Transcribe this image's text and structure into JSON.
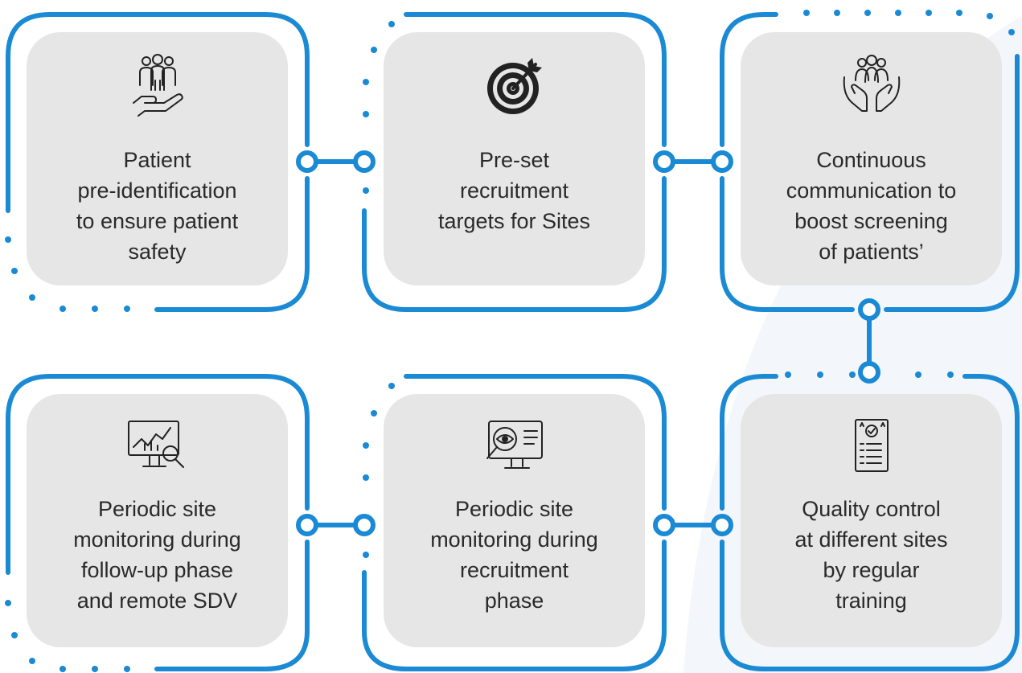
{
  "accent_color": "#1a8ad4",
  "card_color": "#e6e6e6",
  "steps": [
    {
      "label": "Patient\npre-identification\nto ensure patient\nsafety",
      "icon": "patient-care-hand-icon"
    },
    {
      "label": "Pre-set\nrecruitment\ntargets for Sites",
      "icon": "target-arrow-icon"
    },
    {
      "label": "Continuous\ncommunication to\nboost screening\nof patients’",
      "icon": "hands-people-icon"
    },
    {
      "label": "Periodic site\nmonitoring during\nfollow-up phase\nand remote SDV",
      "icon": "monitor-chart-magnifier-icon"
    },
    {
      "label": "Periodic site\nmonitoring during\nrecruitment\nphase",
      "icon": "monitor-eye-magnifier-icon"
    },
    {
      "label": "Quality control\nat different sites\nby regular\ntraining",
      "icon": "certificate-checklist-icon"
    }
  ]
}
